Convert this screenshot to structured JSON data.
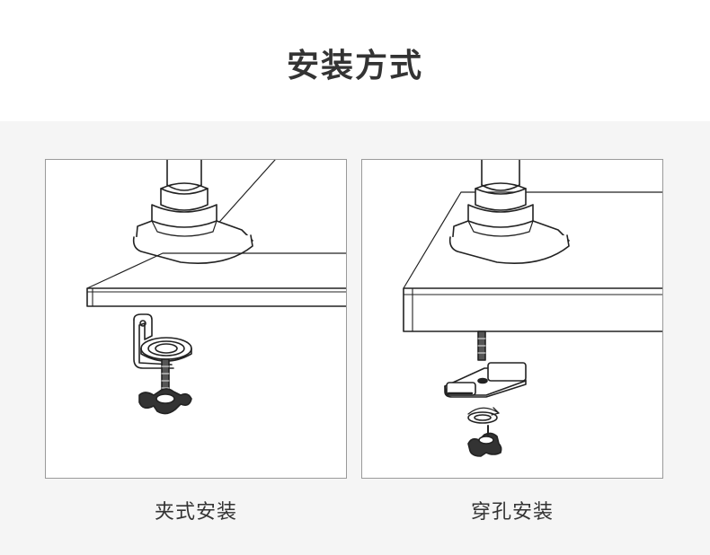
{
  "header": {
    "title": "安装方式"
  },
  "panels": [
    {
      "id": "clamp",
      "caption": "夹式安装"
    },
    {
      "id": "grommet",
      "caption": "穿孔安装"
    }
  ],
  "colors": {
    "line": "#222222",
    "panel_border": "#9a9a9a",
    "background": "#f5f5f5",
    "title": "#333333"
  },
  "icons": [
    "clamp-install-illustration",
    "grommet-install-illustration",
    "rotation-arrow-icon"
  ]
}
